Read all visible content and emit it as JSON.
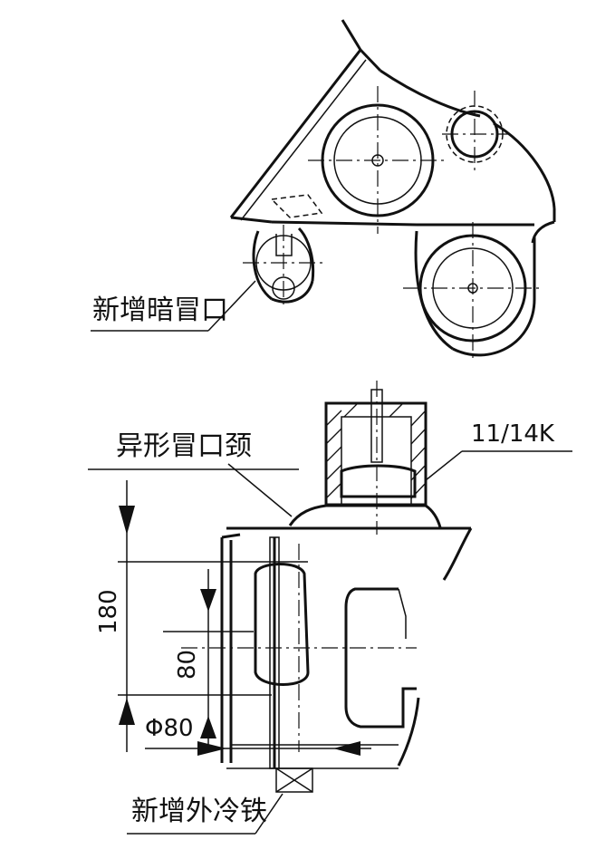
{
  "labels": {
    "top_riser": "新增暗冒口",
    "riser_neck": "异形冒口颈",
    "part_code": "11/14K",
    "chill": "新增外冷铁"
  },
  "dimensions": {
    "height_total": "180",
    "height_inner": "80",
    "diameter": "Φ80"
  }
}
